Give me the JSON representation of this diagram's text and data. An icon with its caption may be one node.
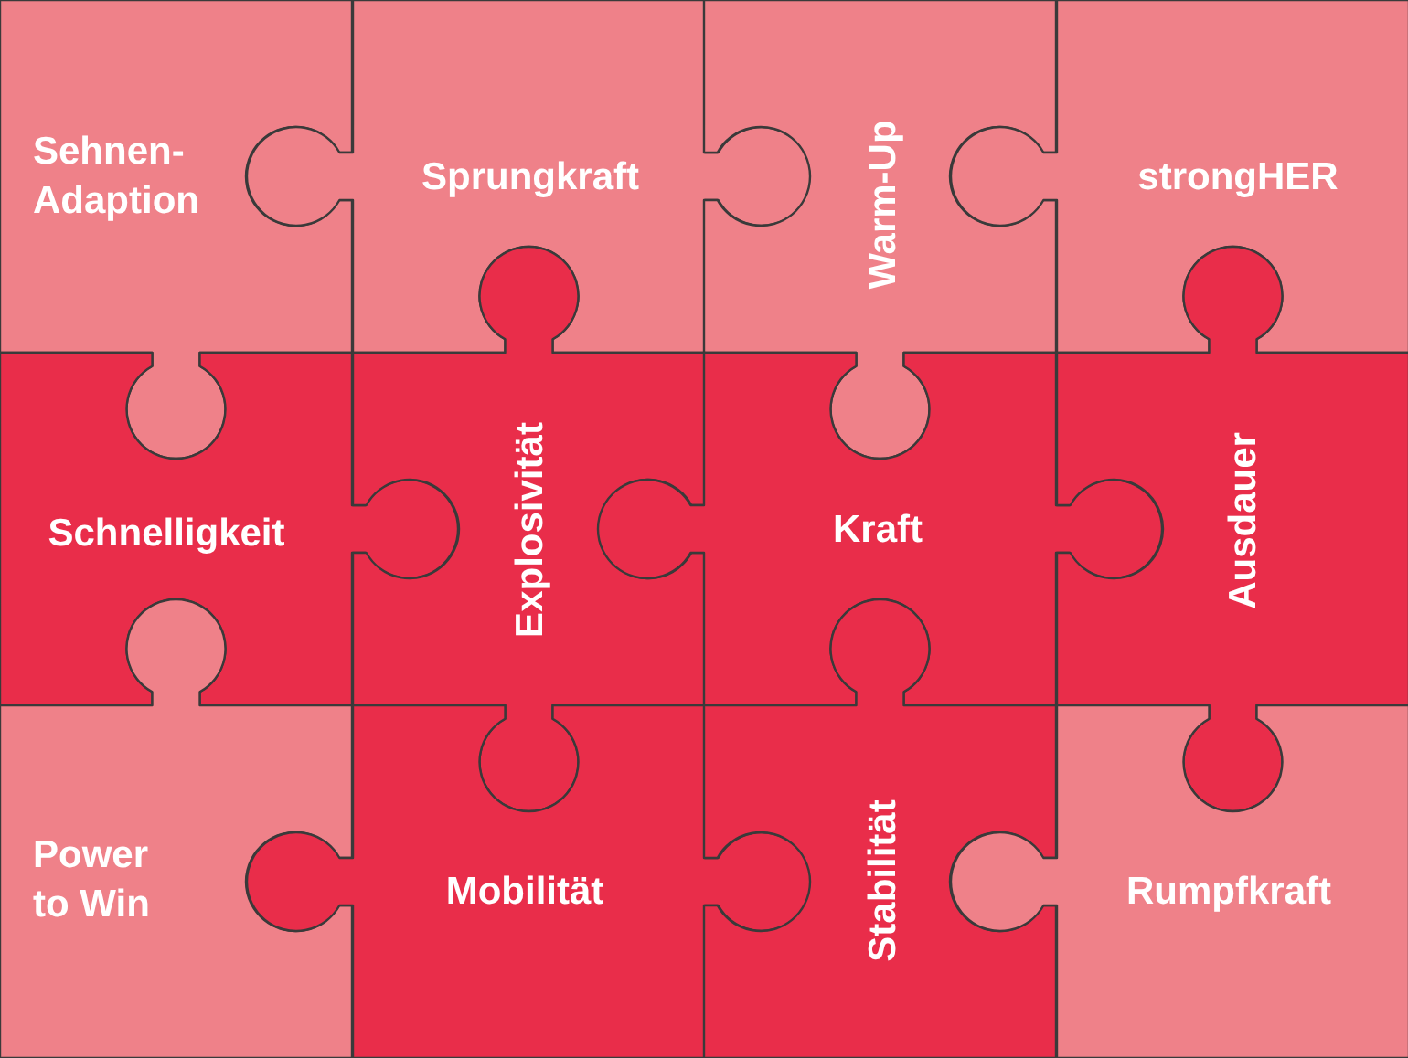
{
  "diagram": {
    "nodes": [
      {
        "text": [
          "Sehnen-Adaption"
        ]
      },
      {
        "text": [
          "Sprungkraft"
        ]
      },
      {
        "text": [
          "Warm-Up"
        ]
      },
      {
        "text": [
          "strongHER"
        ]
      },
      {
        "text": [
          "Schnelligkeit"
        ]
      },
      {
        "text": [
          "Explosivität"
        ]
      },
      {
        "text": [
          "Kraft"
        ]
      },
      {
        "text": [
          "Ausdauer"
        ]
      },
      {
        "text": [
          "Power to Win"
        ]
      },
      {
        "text": [
          "Mobilität"
        ]
      },
      {
        "text": [
          "Stabilität"
        ]
      },
      {
        "text": [
          "Rumpfkraft"
        ]
      }
    ]
  }
}
